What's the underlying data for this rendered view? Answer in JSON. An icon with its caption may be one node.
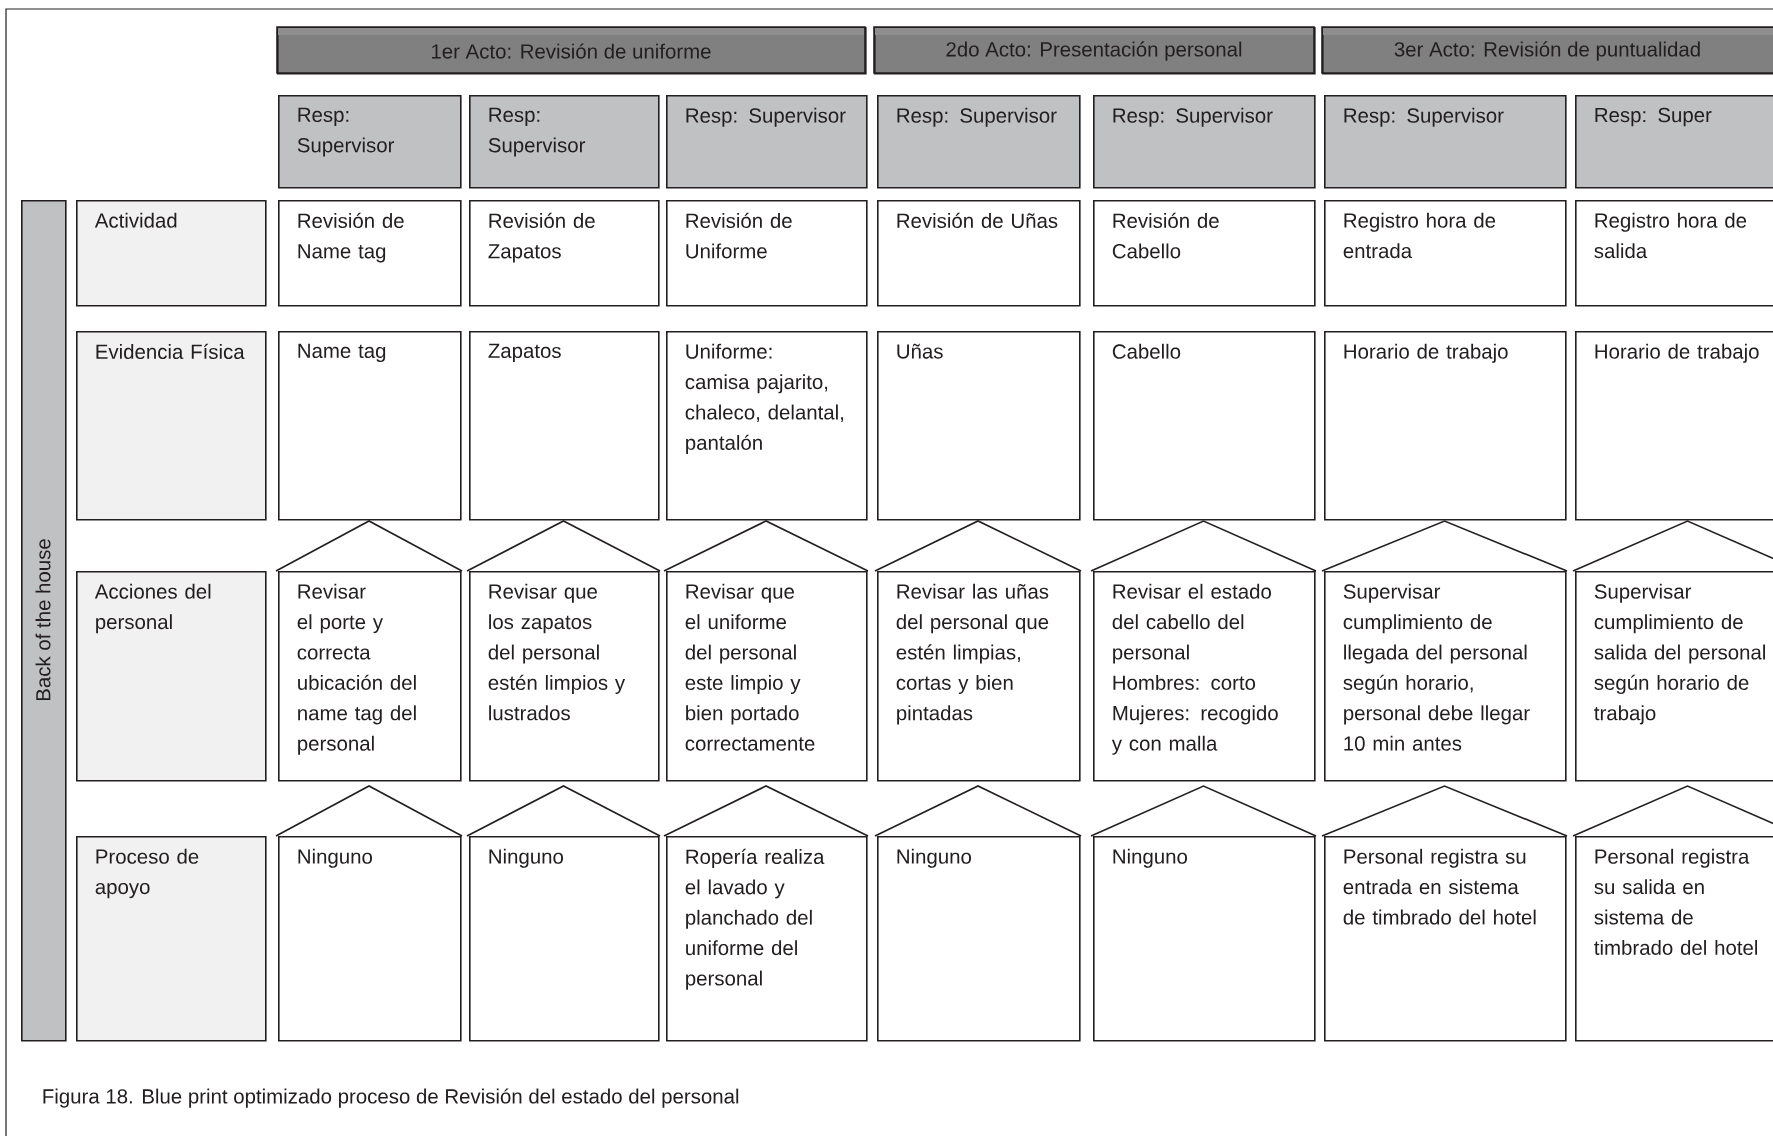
{
  "diagram": {
    "caption": "Figura 18. Blue print optimizado proceso de Revisión del estado del personal",
    "nodes": [
      {
        "text": [
          "1er Acto: Revisión de uniforme"
        ]
      },
      {
        "text": [
          "2do Acto: Presentación personal"
        ]
      },
      {
        "text": [
          "3er Acto: Revisión de puntualidad"
        ]
      },
      {
        "text": [
          "Resp: Supervisor"
        ]
      },
      {
        "text": [
          "Resp: Supervisor"
        ]
      },
      {
        "text": [
          "Resp: Supervisor"
        ]
      },
      {
        "text": [
          "Resp: Supervisor"
        ]
      },
      {
        "text": [
          "Resp: Supervisor"
        ]
      },
      {
        "text": [
          "Resp: Supervisor"
        ]
      },
      {
        "text": [
          "Resp: Super"
        ]
      },
      {
        "text": [
          "Back of the house"
        ]
      },
      {
        "text": [
          "Actividad"
        ]
      },
      {
        "text": [
          "Revisión de Name tag"
        ]
      },
      {
        "text": [
          "Revisión de Zapatos"
        ]
      },
      {
        "text": [
          "Revisión de Uniforme"
        ]
      },
      {
        "text": [
          "Revisión de Uñas"
        ]
      },
      {
        "text": [
          "Revisión de Cabello"
        ]
      },
      {
        "text": [
          "Registro hora de entrada"
        ]
      },
      {
        "text": [
          "Registro hora de salida"
        ]
      },
      {
        "text": [
          "Evidencia Física"
        ]
      },
      {
        "text": [
          "Name tag"
        ]
      },
      {
        "text": [
          "Zapatos"
        ]
      },
      {
        "text": [
          "Uniforme: camisa pajarito, chaleco, delantal, pantalón"
        ]
      },
      {
        "text": [
          "Uñas"
        ]
      },
      {
        "text": [
          "Cabello"
        ]
      },
      {
        "text": [
          "Horario de trabajo"
        ]
      },
      {
        "text": [
          "Horario de trabajo"
        ]
      },
      {
        "text": [
          "Acciones del personal"
        ]
      },
      {
        "text": [
          "Revisar el porte y correcta ubicación del name tag del personal"
        ]
      },
      {
        "text": [
          "Revisar que los zapatos del personal estén limpios y lustrados"
        ]
      },
      {
        "text": [
          "Revisar que el uniforme del personal este limpio y bien portado correctamente"
        ]
      },
      {
        "text": [
          "Revisar las uñas del personal que estén limpias, cortas y bien pintadas"
        ]
      },
      {
        "text": [
          "Revisar el estado del cabello del personal",
          "Hombres: corto",
          "Mujeres: recogido y con malla"
        ]
      },
      {
        "text": [
          "Supervisar cumplimiento de llegada del personal según horario, personal debe llegar 10 min antes"
        ]
      },
      {
        "text": [
          "Supervisar cumplimiento de salida del personal según horario de trabajo"
        ]
      },
      {
        "text": [
          "Proceso de apoyo"
        ]
      },
      {
        "text": [
          "Ninguno"
        ]
      },
      {
        "text": [
          "Ninguno"
        ]
      },
      {
        "text": [
          "Ropería realiza el lavado y planchado del uniforme del personal"
        ]
      },
      {
        "text": [
          "Ninguno"
        ]
      },
      {
        "text": [
          "Ninguno"
        ]
      },
      {
        "text": [
          "Personal registra su entrada en sistema de timbrado del hotel"
        ]
      },
      {
        "text": [
          "Personal registra su salida en sistema de timbrado del hotel"
        ]
      }
    ]
  }
}
